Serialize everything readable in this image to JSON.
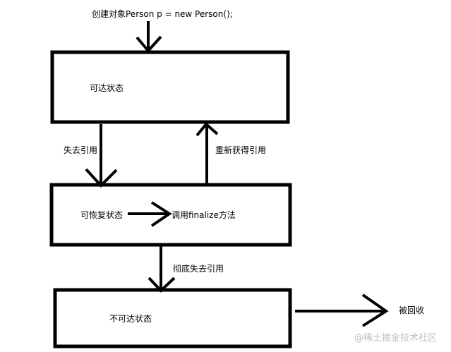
{
  "diagram": {
    "start_statement": "创建对象Person p = new Person();",
    "states": {
      "reachable": "可达状态",
      "recoverable": "可恢复状态",
      "unreachable": "不可达状态"
    },
    "transitions": {
      "lose_reference": "失去引用",
      "regain_reference": "重新获得引用",
      "call_finalize": "调用finalize方法",
      "lose_reference_completely": "彻底失去引用",
      "collected": "被回收"
    }
  },
  "watermark": "@稀土掘金技术社区",
  "colors": {
    "stroke": "#000000",
    "background": "#ffffff",
    "watermark": "#bfbfbf"
  }
}
